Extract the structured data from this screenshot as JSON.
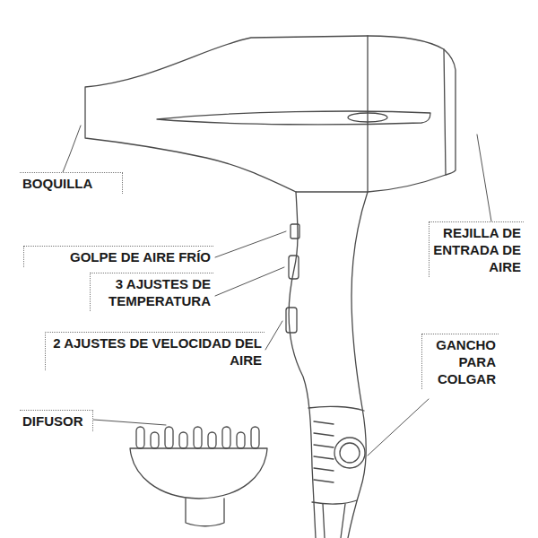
{
  "diagram": {
    "labels": [
      "BOQUILLA",
      "GOLPE DE AIRE FRÍO",
      "3 AJUSTES DE TEMPERATURA",
      "2 AJUSTES DE VELOCIDAD DEL AIRE",
      "DIFUSOR",
      "REJILLA DE ENTRADA DE AIRE",
      "GANCHO PARA COLGAR"
    ]
  }
}
